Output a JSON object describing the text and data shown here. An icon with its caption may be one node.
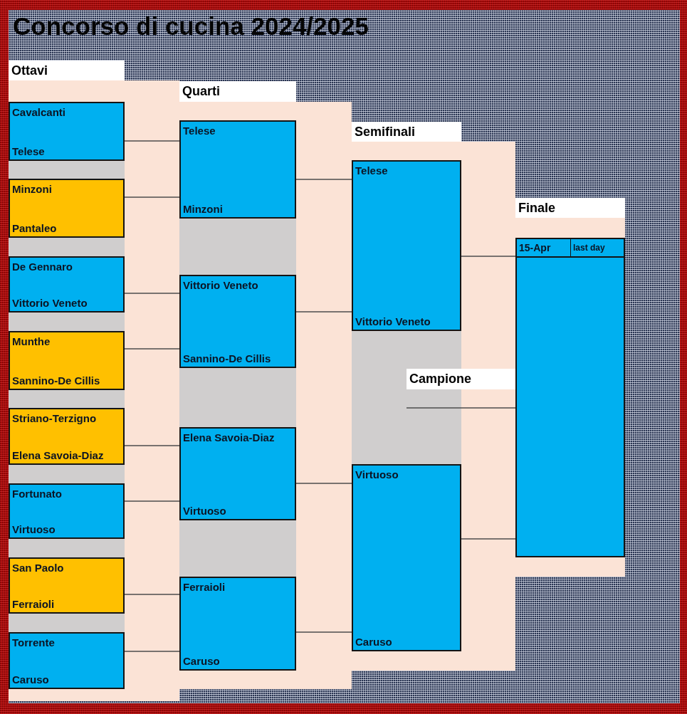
{
  "diagram": {
    "title": "Concorso di cucina 2024/2025",
    "nodes": [
      {
        "text": [
          "Ottavi"
        ]
      },
      {
        "text": [
          "Cavalcanti",
          "Telese"
        ]
      },
      {
        "text": [
          "Minzoni",
          "Pantaleo"
        ]
      },
      {
        "text": [
          "De Gennaro",
          "Vittorio Veneto"
        ]
      },
      {
        "text": [
          "Munthe",
          "Sannino-De Cillis"
        ]
      },
      {
        "text": [
          "Striano-Terzigno",
          "Elena Savoia-Diaz"
        ]
      },
      {
        "text": [
          "Fortunato",
          "Virtuoso"
        ]
      },
      {
        "text": [
          "San Paolo",
          "Ferraioli"
        ]
      },
      {
        "text": [
          "Torrente",
          "Caruso"
        ]
      },
      {
        "text": [
          "Quarti"
        ]
      },
      {
        "text": [
          "Telese",
          "Minzoni"
        ]
      },
      {
        "text": [
          "Vittorio Veneto",
          "Sannino-De Cillis"
        ]
      },
      {
        "text": [
          "Elena Savoia-Diaz",
          "Virtuoso"
        ]
      },
      {
        "text": [
          "Ferraioli",
          "Caruso"
        ]
      },
      {
        "text": [
          "Semifinali"
        ]
      },
      {
        "text": [
          "Telese",
          "Vittorio Veneto"
        ]
      },
      {
        "text": [
          "Virtuoso",
          "Caruso"
        ]
      },
      {
        "text": [
          "Finale"
        ]
      },
      {
        "text": [
          "15-Apr",
          "last day"
        ]
      },
      {
        "text": [
          "Campione"
        ]
      }
    ],
    "edges": [
      {
        "from": 1,
        "to": 10,
        "arrow": "none"
      },
      {
        "from": 2,
        "to": 10,
        "arrow": "none"
      },
      {
        "from": 3,
        "to": 11,
        "arrow": "none"
      },
      {
        "from": 4,
        "to": 11,
        "arrow": "none"
      },
      {
        "from": 5,
        "to": 12,
        "arrow": "none"
      },
      {
        "from": 6,
        "to": 12,
        "arrow": "none"
      },
      {
        "from": 7,
        "to": 13,
        "arrow": "none"
      },
      {
        "from": 8,
        "to": 13,
        "arrow": "none"
      },
      {
        "from": 10,
        "to": 15,
        "arrow": "none"
      },
      {
        "from": 11,
        "to": 15,
        "arrow": "none"
      },
      {
        "from": 12,
        "to": 16,
        "arrow": "none"
      },
      {
        "from": 13,
        "to": 16,
        "arrow": "none"
      },
      {
        "from": 15,
        "to": 18,
        "arrow": "none"
      },
      {
        "from": 16,
        "to": 18,
        "arrow": "none"
      },
      {
        "from": 18,
        "to": null,
        "arrow": "none"
      }
    ]
  }
}
